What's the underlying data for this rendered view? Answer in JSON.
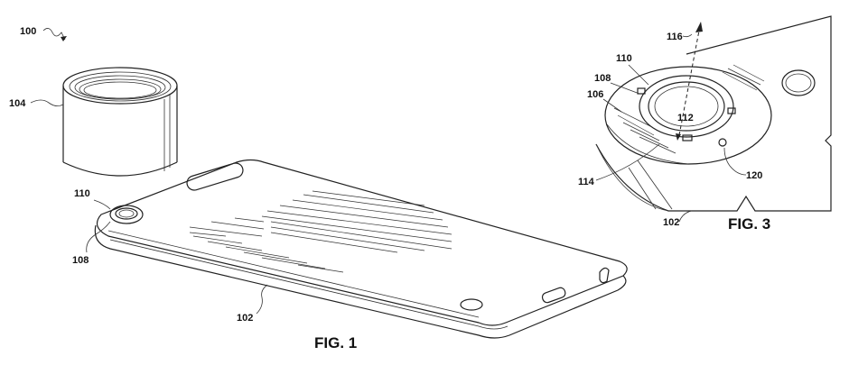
{
  "figures": {
    "fig1": {
      "label": "FIG. 1"
    },
    "fig3": {
      "label": "FIG. 3"
    }
  },
  "reference_numerals": {
    "device_assembly": "100",
    "lens_attachment": "104",
    "lens_mount_outer": "110",
    "lens_mount_base": "108",
    "phone_body": "102",
    "fig3_mount_ring": "110",
    "fig3_mount_base": "108",
    "fig3_flange": "106",
    "fig3_aperture": "112",
    "fig3_optical_axis": "116",
    "fig3_edge": "114",
    "fig3_hole": "120",
    "fig3_body": "102"
  },
  "colors": {
    "ink": "#222222",
    "paper": "#ffffff"
  }
}
